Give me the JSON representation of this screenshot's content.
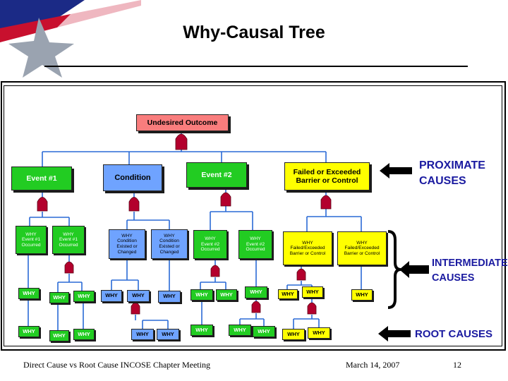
{
  "title": "Why-Causal Tree",
  "top": {
    "label": "Undesired Outcome"
  },
  "level1": [
    {
      "label": "Event #1"
    },
    {
      "label": "Condition"
    },
    {
      "label": "Event #2"
    },
    {
      "label": "Failed or Exceeded Barrier or Control"
    }
  ],
  "level2": [
    {
      "why": "WHY",
      "label": "Event #1 Occurred"
    },
    {
      "why": "WHY",
      "label": "Event #1 Occurred"
    },
    {
      "why": "WHY",
      "label": "Condition Existed or Changed"
    },
    {
      "why": "WHY",
      "label": "Condition Existed or Changed"
    },
    {
      "why": "WHY",
      "label": "Event #2 Occurred"
    },
    {
      "why": "WHY",
      "label": "Event #2 Occurred"
    },
    {
      "why": "WHY",
      "label": "Failed/Exceeded Barrier or Control"
    },
    {
      "why": "WHY",
      "label": "Failed/Exceeded Barrier or Control"
    }
  ],
  "why_label": "WHY",
  "labels": {
    "proximate": "PROXIMATE CAUSES",
    "intermediate": "INTERMEDIATE CAUSES",
    "root": "ROOT CAUSES"
  },
  "colors": {
    "red_box": "#f97d7d",
    "green_box": "#22cc22",
    "blue_box": "#6fa3ff",
    "yellow_box": "#ffff00",
    "connector": "#2a6ad6",
    "gate": "#b3002d",
    "label_text": "#1a1aa0"
  },
  "footer": {
    "left": "Direct Cause vs Root Cause  INCOSE Chapter Meeting",
    "date": "March 14, 2007",
    "page": "12"
  }
}
